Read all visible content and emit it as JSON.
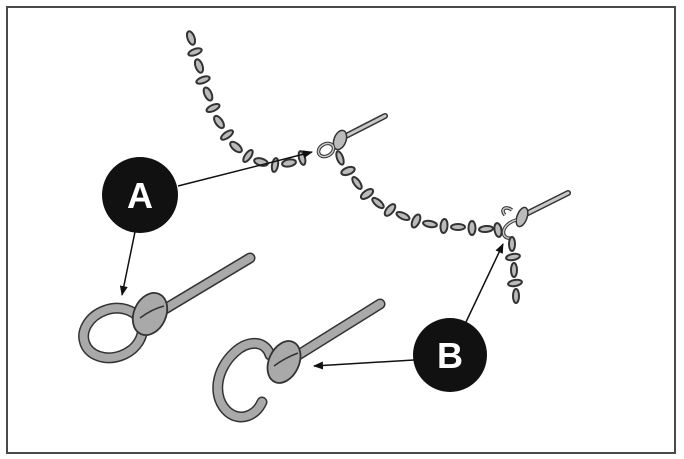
{
  "figure": {
    "callouts": [
      {
        "id": "A",
        "label": "A"
      },
      {
        "id": "B",
        "label": "B"
      }
    ],
    "colors": {
      "border": "#4a4a4a",
      "part_fill": "#a9a9a9",
      "part_stroke": "#3a3a3a",
      "callout_fill": "#111111",
      "callout_text": "#ffffff"
    },
    "icons": [
      "closed-eye-hook-icon",
      "open-s-hook-icon",
      "chain-icon"
    ]
  }
}
